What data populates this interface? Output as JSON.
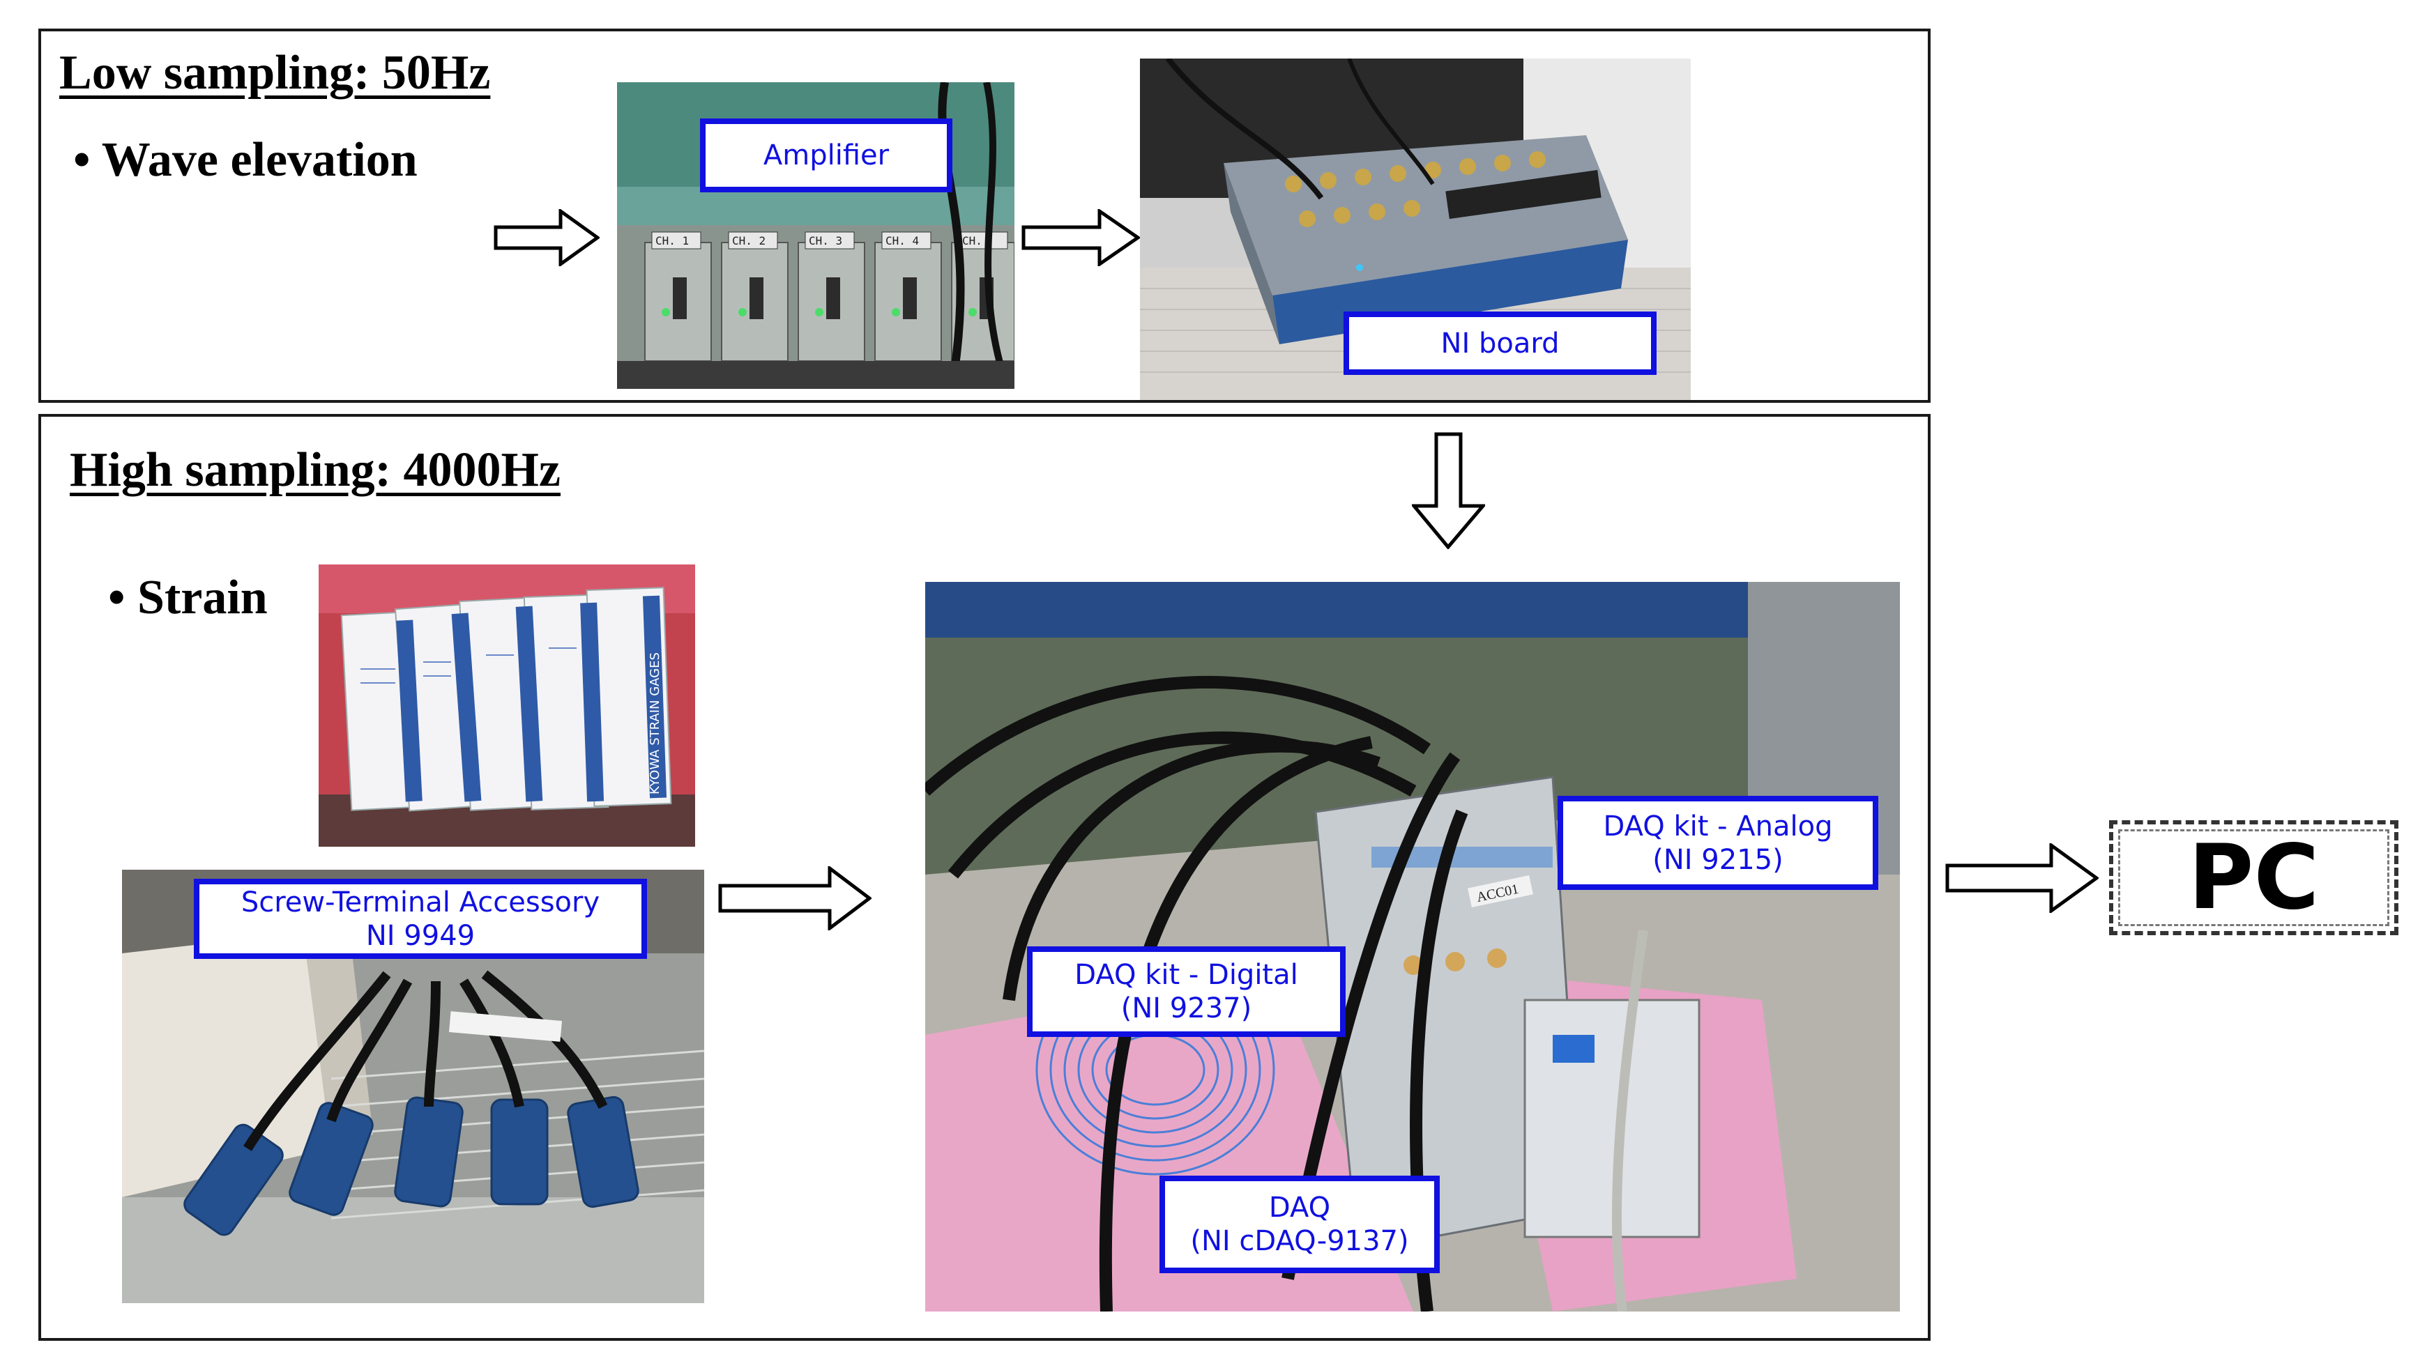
{
  "low_panel": {
    "title": "Low sampling: 50Hz",
    "bullet": "• Wave elevation"
  },
  "high_panel": {
    "title": "High sampling: 4000Hz",
    "bullet": "• Strain"
  },
  "labels": {
    "amplifier": "Amplifier",
    "ni_board": "NI board",
    "screw_terminal_line1": "Screw-Terminal Accessory",
    "screw_terminal_line2": "NI 9949",
    "daq_digital_line1": "DAQ kit - Digital",
    "daq_digital_line2": "(NI 9237)",
    "daq_analog_line1": "DAQ kit - Analog",
    "daq_analog_line2": "(NI 9215)",
    "daq_line1": "DAQ",
    "daq_line2": "(NI cDAQ-9137)"
  },
  "pc": {
    "label": "PC"
  },
  "photo_text": {
    "amp_channels": [
      "CH. 1",
      "CH. 2",
      "CH. 3",
      "CH. 4",
      "CH."
    ],
    "gauge_brand": "KYOWA STRAIN GAGES",
    "acc_tag": "ACC01"
  },
  "colors": {
    "label_blue": "#1010e0",
    "panel_border": "#1a1a1a",
    "arrow_stroke": "#000000"
  },
  "icons": [
    "right-arrow-icon",
    "down-arrow-icon"
  ]
}
